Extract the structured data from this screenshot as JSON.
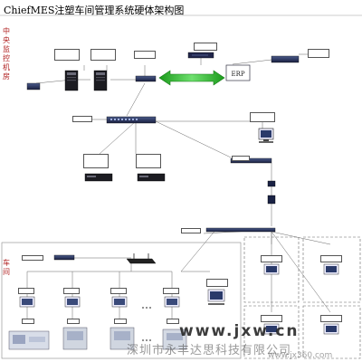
{
  "title": "ChiefMES注塑车间管理系统硬体架构图",
  "regions": {
    "central": "中央监控机房",
    "workshop": "车间"
  },
  "watermark": {
    "line1": "www.jxw.cn",
    "line2": "深圳市永丰达思科技有限公司",
    "line3": "www.jx360.com"
  }
}
